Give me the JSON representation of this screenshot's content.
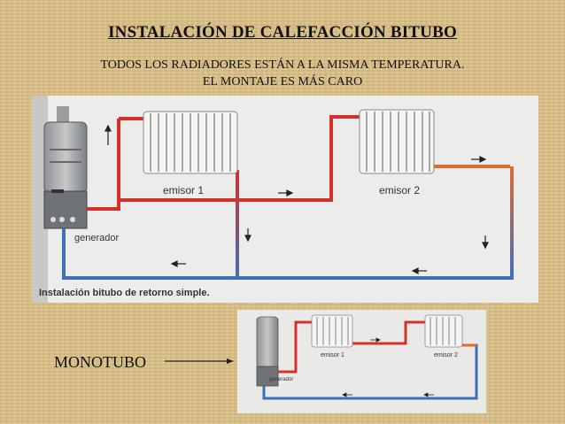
{
  "slide": {
    "title": "INSTALACIÓN DE CALEFACCIÓN BITUBO",
    "subtitle_line1": "TODOS LOS RADIADORES ESTÁN A LA MISMA TEMPERATURA.",
    "subtitle_line2": "EL MONTAJE ES MÁS CARO"
  },
  "main_diagram": {
    "label_emitter1": "emisor 1",
    "label_emitter2": "emisor 2",
    "label_generator": "generador",
    "caption": "Instalación bitubo de retorno simple.",
    "colors": {
      "supply": "#d6302b",
      "return": "#3f6fb6"
    }
  },
  "mono_diagram": {
    "label": "MONOTUBO",
    "label_emitter1": "emisor 1",
    "label_emitter2": "emisor 2",
    "label_generator": "generador"
  }
}
